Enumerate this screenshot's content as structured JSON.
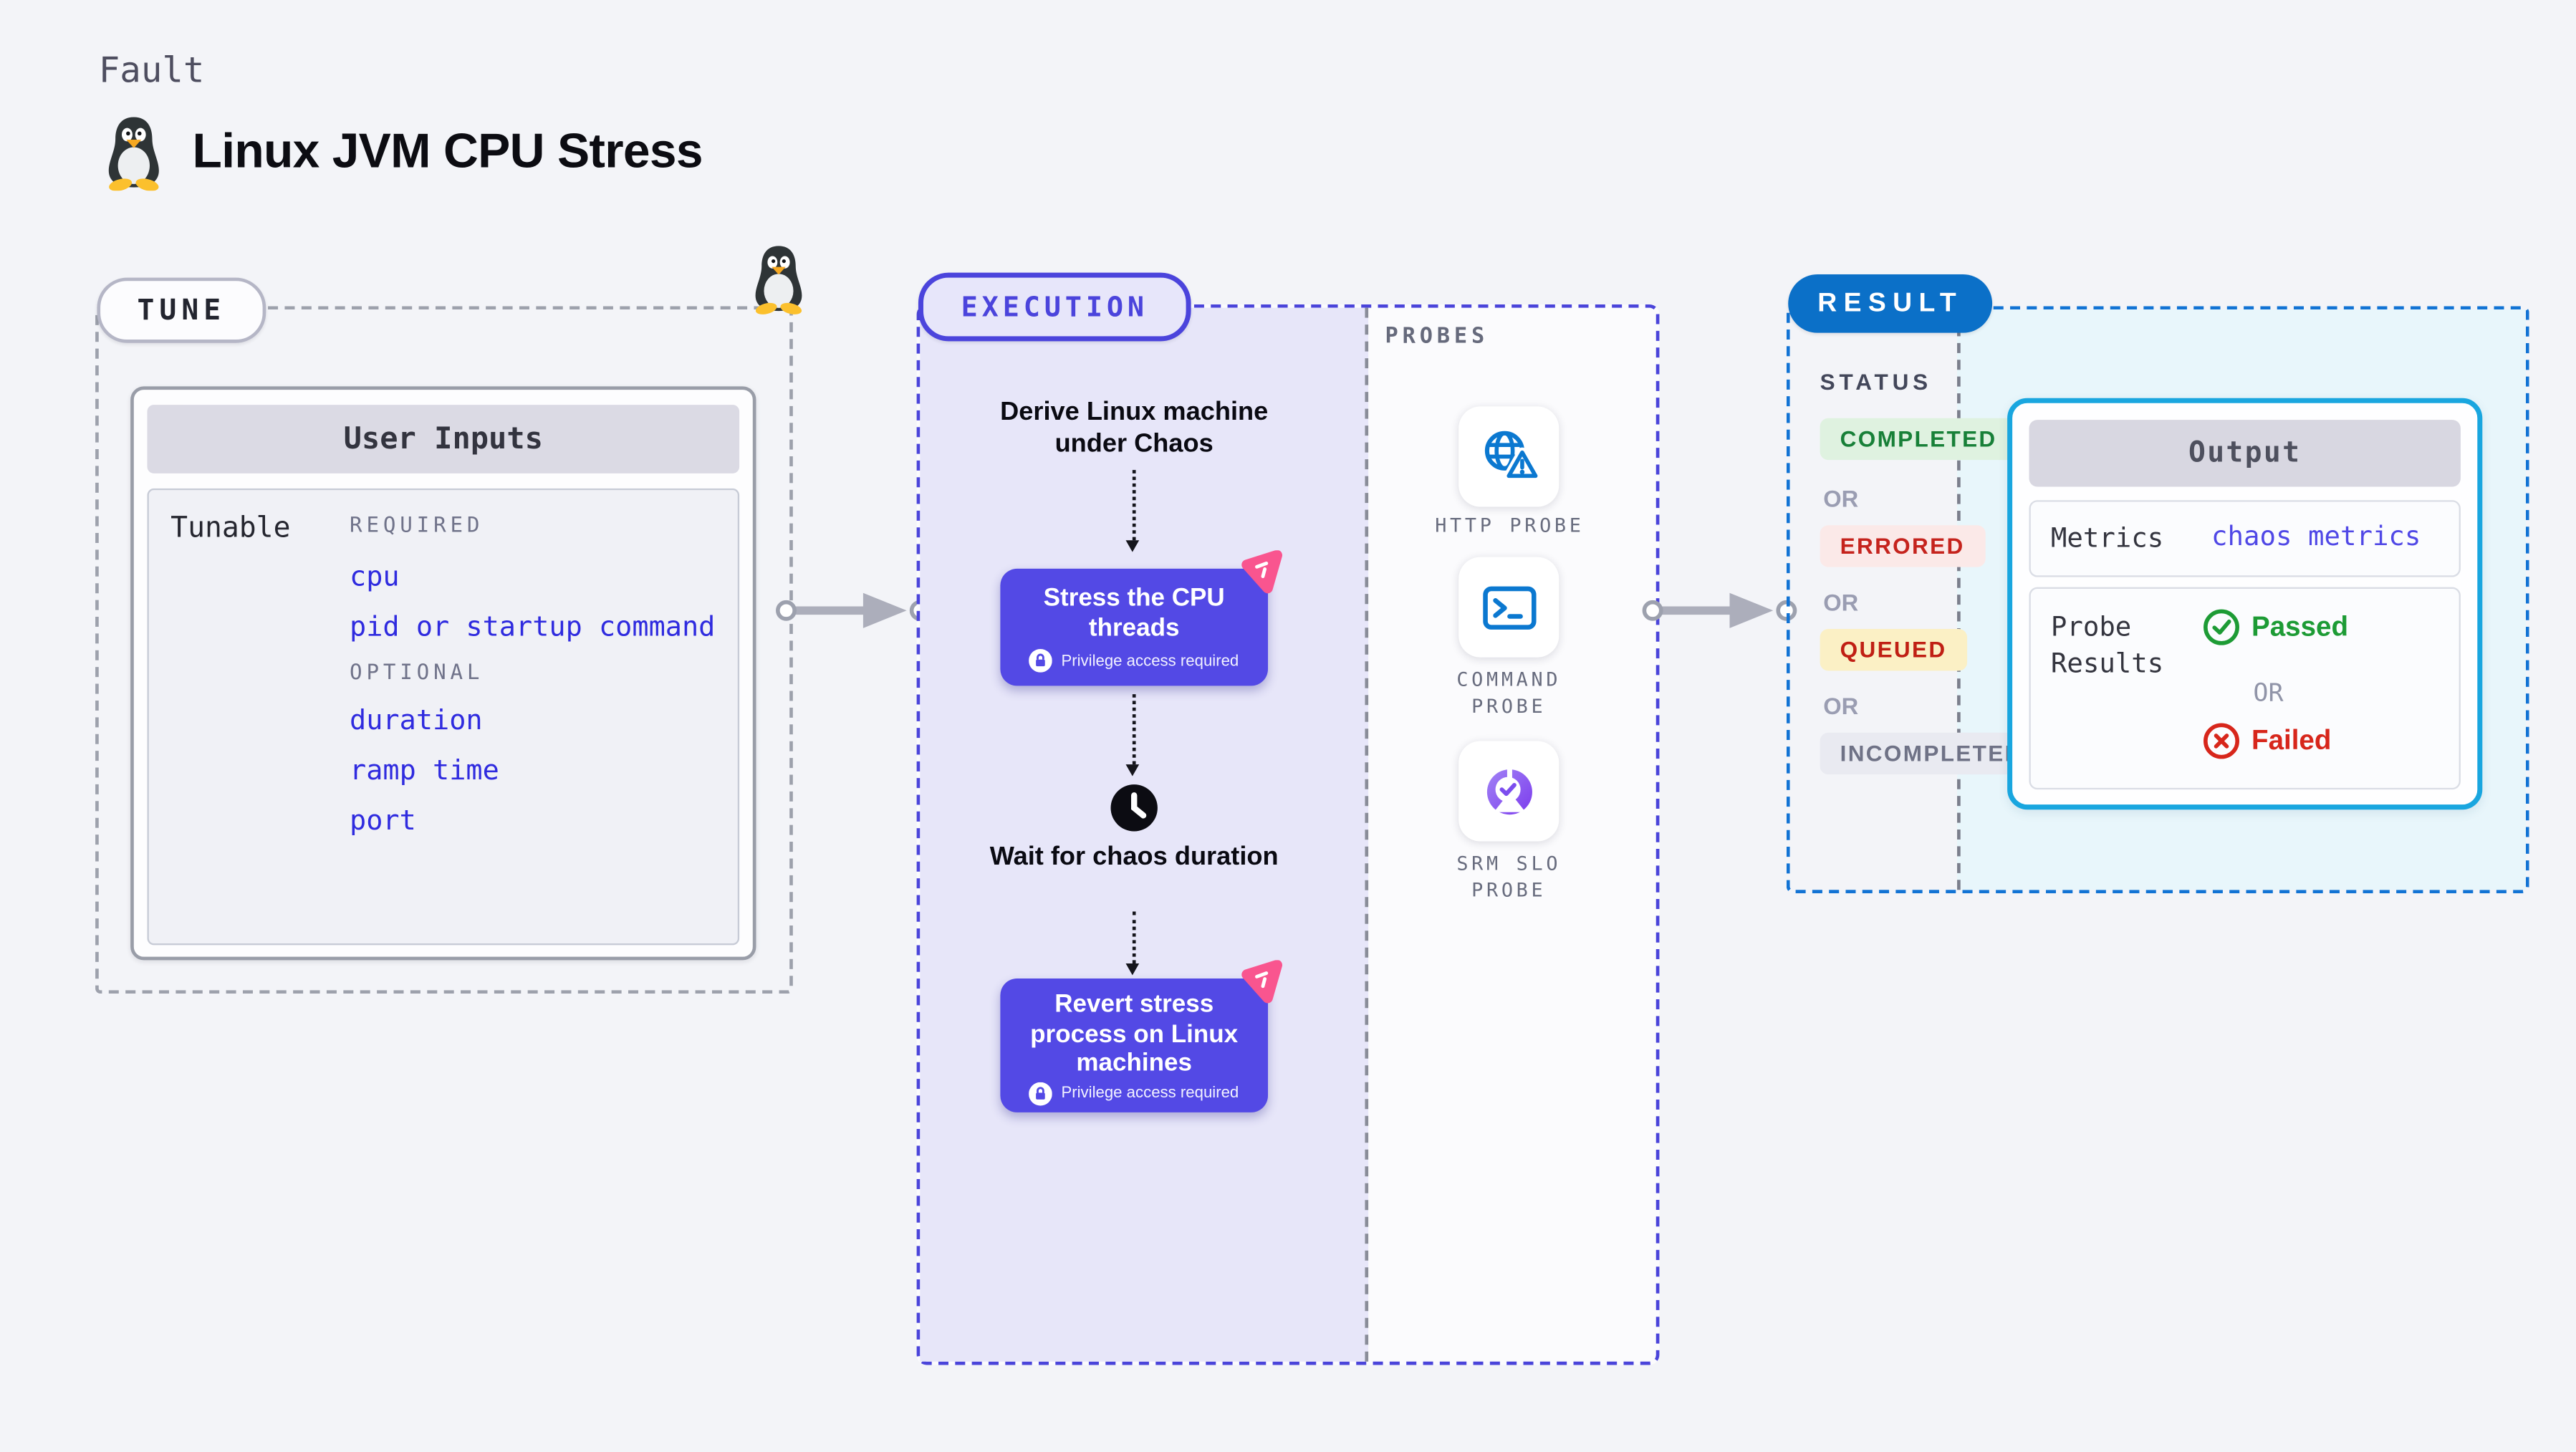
{
  "header": {
    "kicker": "Fault",
    "title": "Linux JVM CPU Stress"
  },
  "tune": {
    "badge": "TUNE",
    "card_title": "User Inputs",
    "row_label": "Tunable",
    "required_label": "REQUIRED",
    "required_items": [
      "cpu",
      "pid or startup command"
    ],
    "optional_label": "OPTIONAL",
    "optional_items": [
      "duration",
      "ramp time",
      "port"
    ]
  },
  "execution": {
    "badge": "EXECUTION",
    "step1": "Derive Linux machine under Chaos",
    "step2": "Stress the CPU threads",
    "step3": "Wait for chaos duration",
    "step4": "Revert stress process on Linux machines",
    "privilege_note": "Privilege access required"
  },
  "probes": {
    "label": "PROBES",
    "items": [
      {
        "name": "HTTP PROBE",
        "icon": "globe-warning-icon"
      },
      {
        "name": "COMMAND PROBE",
        "icon": "terminal-icon"
      },
      {
        "name": "SRM SLO PROBE",
        "icon": "pie-check-icon"
      }
    ]
  },
  "result": {
    "badge": "RESULT",
    "status_label": "STATUS",
    "or_label": "OR",
    "statuses": [
      {
        "text": "COMPLETED",
        "fg": "#188038",
        "bg": "#DFF2E0"
      },
      {
        "text": "ERRORED",
        "fg": "#C5231D",
        "bg": "#FBE9E8"
      },
      {
        "text": "QUEUED",
        "fg": "#C01F14",
        "bg": "#FBF0C5"
      },
      {
        "text": "INCOMPLETED",
        "fg": "#6F7286",
        "bg": "#E9EAF1"
      }
    ],
    "output": {
      "title": "Output",
      "metrics_label": "Metrics",
      "metrics_value": "chaos metrics",
      "probe_results_label": "Probe Results",
      "passed": "Passed",
      "or_label": "OR",
      "failed": "Failed"
    }
  },
  "colors": {
    "page_bg": "#F3F4F8",
    "accent_indigo": "#4B44DC",
    "button_purple": "#5349E5",
    "badge_pink": "#F9558F",
    "lavender_panel": "#E7E6F9",
    "result_blue": "#0B70C8",
    "output_border_cyan": "#19A6DF",
    "cyan_panel": "#E8F6FB",
    "probe_icon_blue": "#0B78D0",
    "link_blue": "#2F2BDF",
    "passed_green": "#1D9B35",
    "failed_red": "#D7261B"
  }
}
